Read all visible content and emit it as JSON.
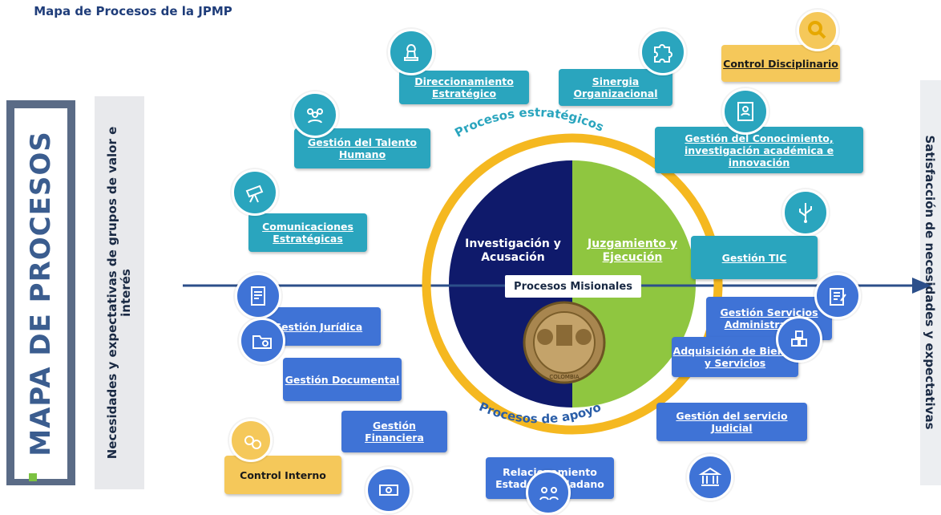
{
  "title": "Mapa de Procesos de la JPMP",
  "left_label": "MAPA DE PROCESOS",
  "input_label": "Necesidades y expectativas de grupos de valor e interés",
  "output_label": "Satisfacción de necesidades y expectativas",
  "ring": {
    "top": "Procesos estratégicos",
    "bottom": "Procesos de apoyo"
  },
  "center": {
    "left": "Investigación y Acusación",
    "right": "Juzgamiento y Ejecución",
    "middle": "Procesos Misionales",
    "seal_text": "COLOMBIA"
  },
  "strategic": [
    "Direccionamiento Estratégico",
    "Sinergia Organizacional",
    "Gestión del Conocimiento, investigación académica e innovación",
    "Gestión TIC",
    "Gestión del Talento Humano",
    "Comunicaciones Estratégicas"
  ],
  "support": [
    "Gestión Jurídica",
    "Gestión Documental",
    "Gestión Financiera",
    "Relacionamiento Estado / Ciudadano",
    "Gestión Servicios Administrativos",
    "Adquisición de Bienes y Servicios",
    "Gestión del servicio Judicial"
  ],
  "control": {
    "disciplinario": "Control Disciplinario",
    "interno": "Control Interno"
  },
  "colors": {
    "navy": "#0f1a6b",
    "green": "#8fc640",
    "ring": "#f5b820",
    "teal": "#2aa5be",
    "blue": "#3f73d6",
    "yellow": "#f5c85a"
  },
  "icons": [
    "chess-icon",
    "puzzle-icon",
    "id-card-icon",
    "usb-icon",
    "team-icon",
    "telescope-icon",
    "document-icon",
    "folder-search-icon",
    "money-icon",
    "people-icon",
    "clipboard-edit-icon",
    "boxes-icon",
    "courthouse-icon",
    "magnifier-icon",
    "coins-icon"
  ]
}
